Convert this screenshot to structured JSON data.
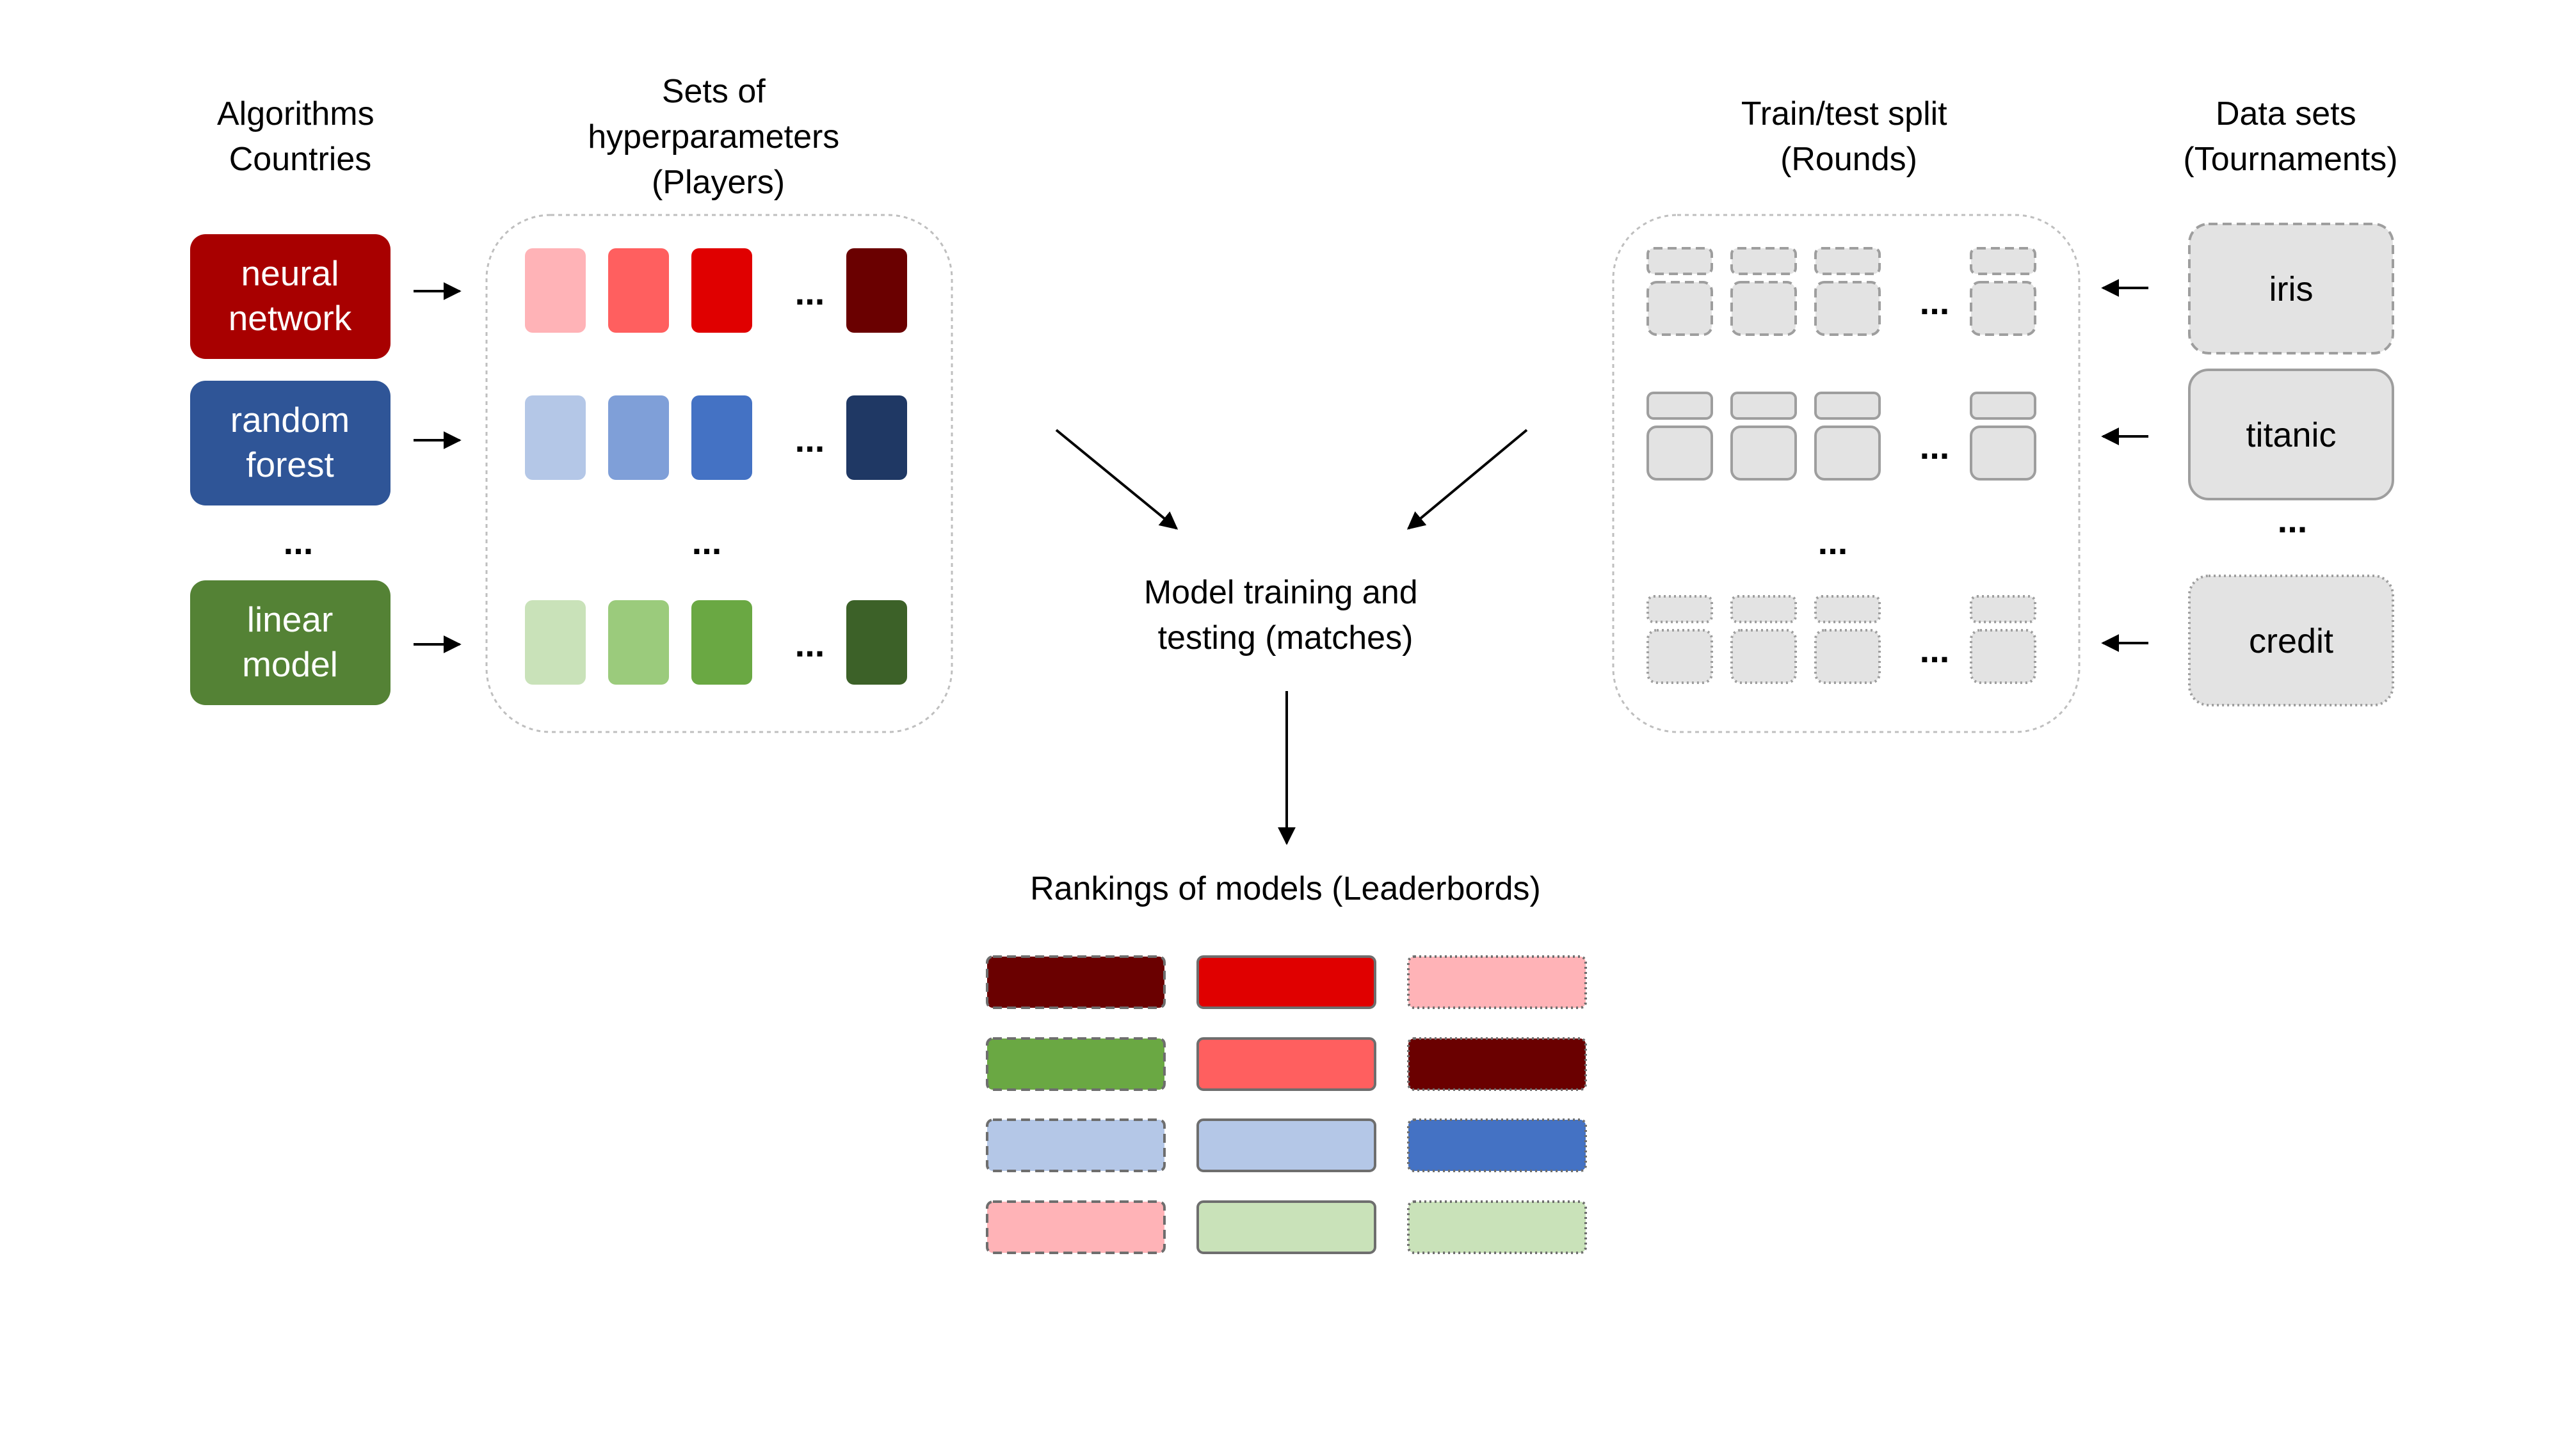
{
  "headings": {
    "algorithms": [
      "Algorithms",
      "Countries"
    ],
    "hyperparameters": [
      "Sets of",
      "hyperparameters",
      "(Players)"
    ],
    "train_test": [
      "Train/test split",
      "(Rounds)"
    ],
    "datasets": [
      "Data sets",
      "(Tournaments)"
    ],
    "model_training": [
      "Model training and",
      "testing (matches)"
    ],
    "rankings": "Rankings of models (Leaderbords)"
  },
  "ellipsis": "...",
  "algorithms": [
    {
      "lines": [
        "neural",
        "network"
      ],
      "color": "#A80000"
    },
    {
      "lines": [
        "random",
        "forest"
      ],
      "color": "#2F5597"
    },
    {
      "lines": [
        "linear",
        "model"
      ],
      "color": "#548235"
    }
  ],
  "player_rows": [
    [
      "#FFB3B7",
      "#FF5F5F",
      "#E00000",
      "#6A0000"
    ],
    [
      "#B4C7E7",
      "#7F9FD8",
      "#4472C4",
      "#1F3864"
    ],
    [
      "#C9E2B9",
      "#9BCB7C",
      "#6AA843",
      "#3C6128"
    ]
  ],
  "datasets": [
    {
      "label": "iris",
      "border": "dashed"
    },
    {
      "label": "titanic",
      "border": "solid"
    },
    {
      "label": "credit",
      "border": "dotted"
    }
  ],
  "leaderboard": [
    [
      {
        "color": "#6A0000",
        "border": "dashed"
      },
      {
        "color": "#E00000",
        "border": "solid"
      },
      {
        "color": "#FFB3B7",
        "border": "dotted"
      }
    ],
    [
      {
        "color": "#6AA843",
        "border": "dashed"
      },
      {
        "color": "#FF5F5F",
        "border": "solid"
      },
      {
        "color": "#6A0000",
        "border": "dotted"
      }
    ],
    [
      {
        "color": "#B4C7E7",
        "border": "dashed"
      },
      {
        "color": "#B4C7E7",
        "border": "solid"
      },
      {
        "color": "#4472C4",
        "border": "dotted"
      }
    ],
    [
      {
        "color": "#FFB3B7",
        "border": "dashed"
      },
      {
        "color": "#C9E2B9",
        "border": "solid"
      },
      {
        "color": "#C9E2B9",
        "border": "dotted"
      }
    ]
  ]
}
